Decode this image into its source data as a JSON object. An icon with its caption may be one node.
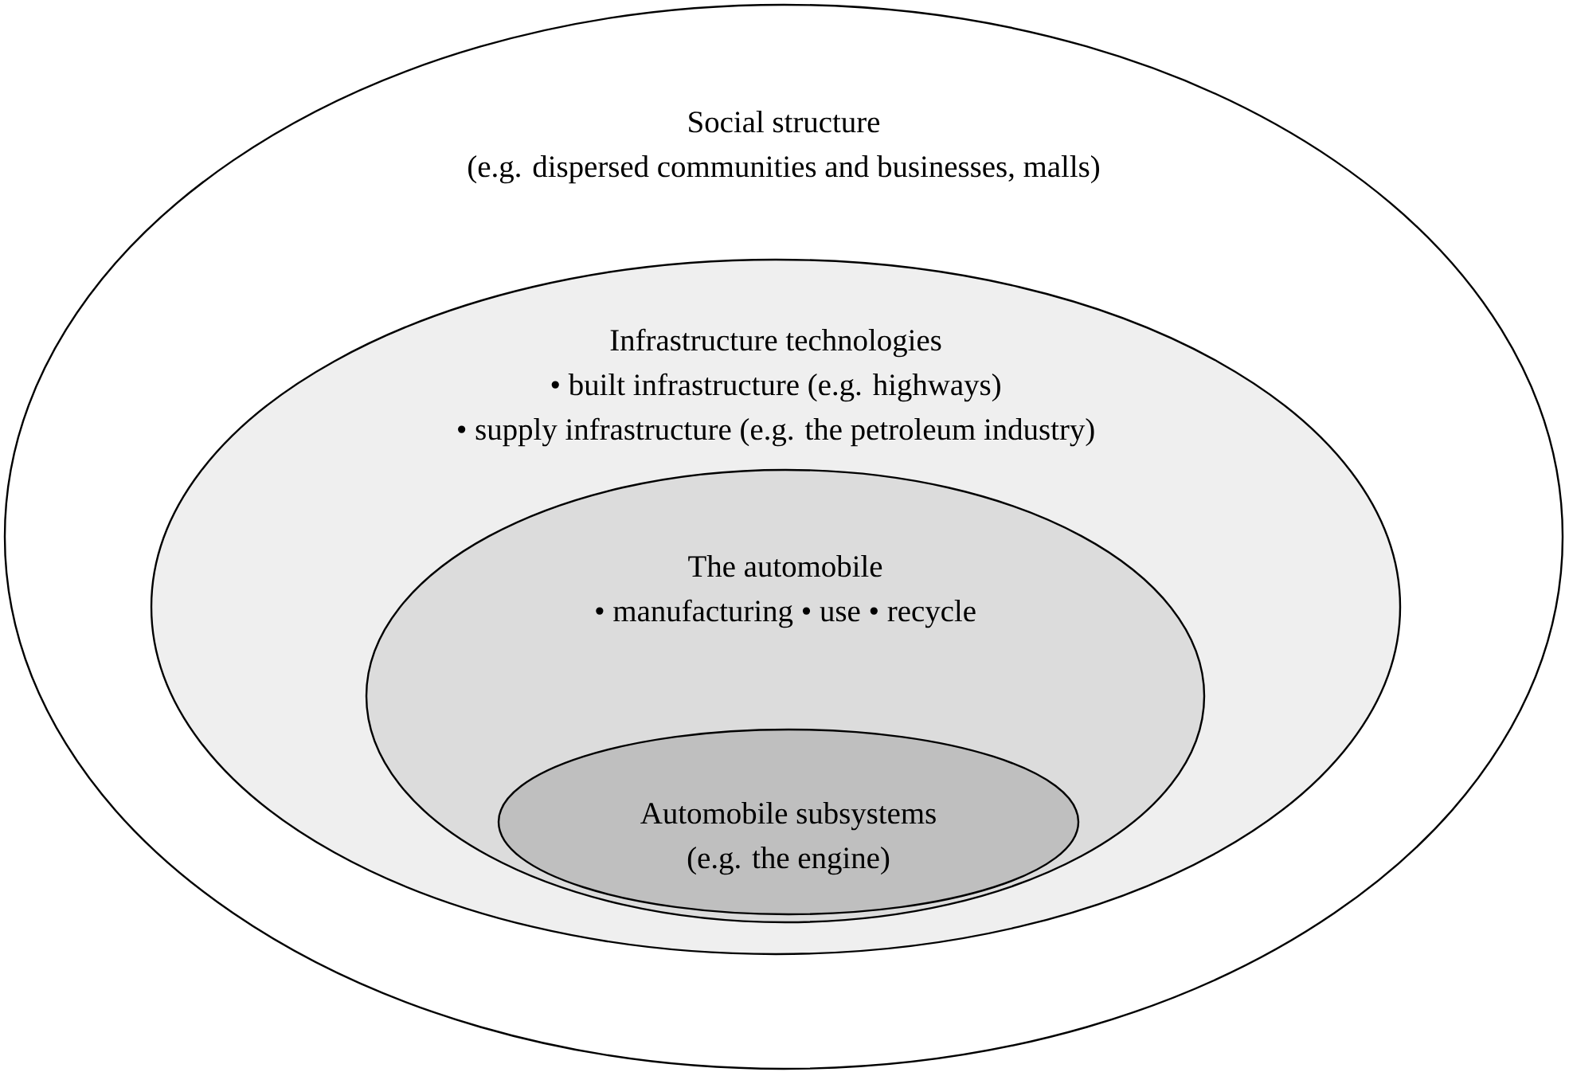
{
  "diagram": {
    "nodes": [
      {
        "text": [
          "Social structure",
          "(e.g. dispersed communities and businesses, malls)"
        ]
      },
      {
        "text": [
          "Infrastructure technologies",
          "• built infrastructure (e.g. highways)",
          "• supply infrastructure (e.g. the petroleum industry)"
        ],
        "in": 0
      },
      {
        "text": [
          "The automobile",
          "• manufacturing  • use  • recycle"
        ],
        "in": 1
      },
      {
        "text": [
          "Automobile subsystems",
          "(e.g. the engine)"
        ],
        "in": 2
      }
    ]
  }
}
